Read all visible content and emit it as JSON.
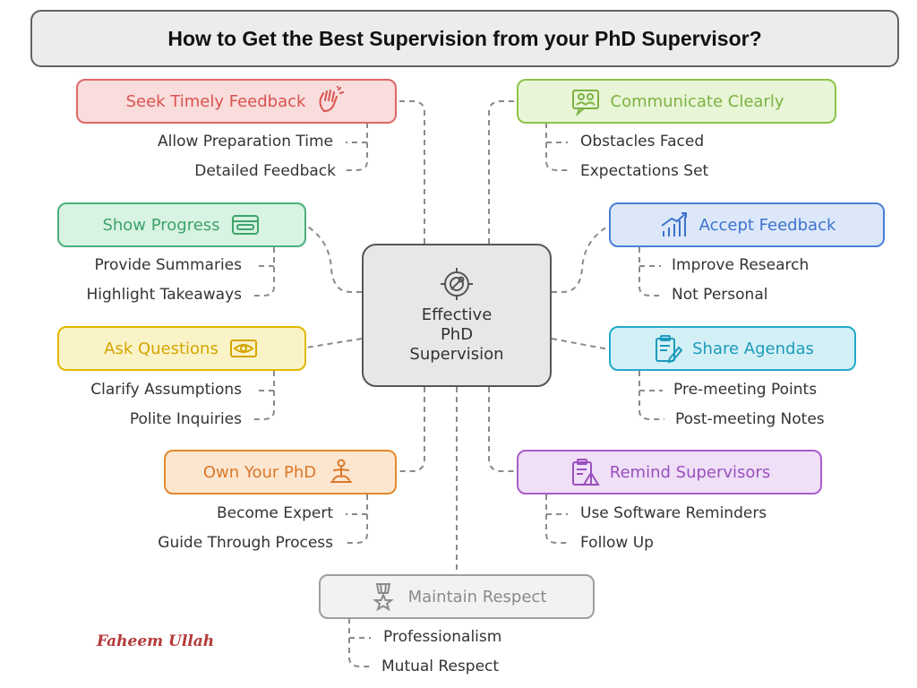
{
  "title": "How to Get the Best Supervision from your PhD Supervisor?",
  "center": {
    "lines": [
      "Effective",
      "PhD",
      "Supervision"
    ],
    "icon": "target-key-icon"
  },
  "nodes": {
    "seek_feedback": {
      "label": "Seek Timely Feedback",
      "icon": "hand-wave-icon",
      "color": "#e06666",
      "subs": [
        "Allow Preparation Time",
        "Detailed Feedback"
      ]
    },
    "show_progress": {
      "label": "Show Progress",
      "icon": "progress-bar-icon",
      "color": "#4caf7a",
      "subs": [
        "Provide Summaries",
        "Highlight Takeaways"
      ]
    },
    "ask_questions": {
      "label": "Ask Questions",
      "icon": "eye-icon",
      "color": "#e0b800",
      "subs": [
        "Clarify Assumptions",
        "Polite Inquiries"
      ]
    },
    "own_phd": {
      "label": "Own Your PhD",
      "icon": "meditation-icon",
      "color": "#e08a2e",
      "subs": [
        "Become Expert",
        "Guide Through Process"
      ]
    },
    "communicate": {
      "label": "Communicate Clearly",
      "icon": "people-chat-icon",
      "color": "#8bc34a",
      "subs": [
        "Obstacles Faced",
        "Expectations Set"
      ]
    },
    "accept_feedback": {
      "label": "Accept Feedback",
      "icon": "growth-chart-icon",
      "color": "#4a7fd4",
      "subs": [
        "Improve Research",
        "Not Personal"
      ]
    },
    "share_agendas": {
      "label": "Share Agendas",
      "icon": "clipboard-pen-icon",
      "color": "#22a9c9",
      "subs": [
        "Pre-meeting Points",
        "Post-meeting Notes"
      ]
    },
    "remind": {
      "label": "Remind Supervisors",
      "icon": "clipboard-alert-icon",
      "color": "#a85ec9",
      "subs": [
        "Use Software Reminders",
        "Follow Up"
      ]
    },
    "respect": {
      "label": "Maintain Respect",
      "icon": "medal-icon",
      "color": "#888888",
      "subs": [
        "Professionalism",
        "Mutual Respect"
      ]
    }
  },
  "signature": "Faheem Ullah"
}
